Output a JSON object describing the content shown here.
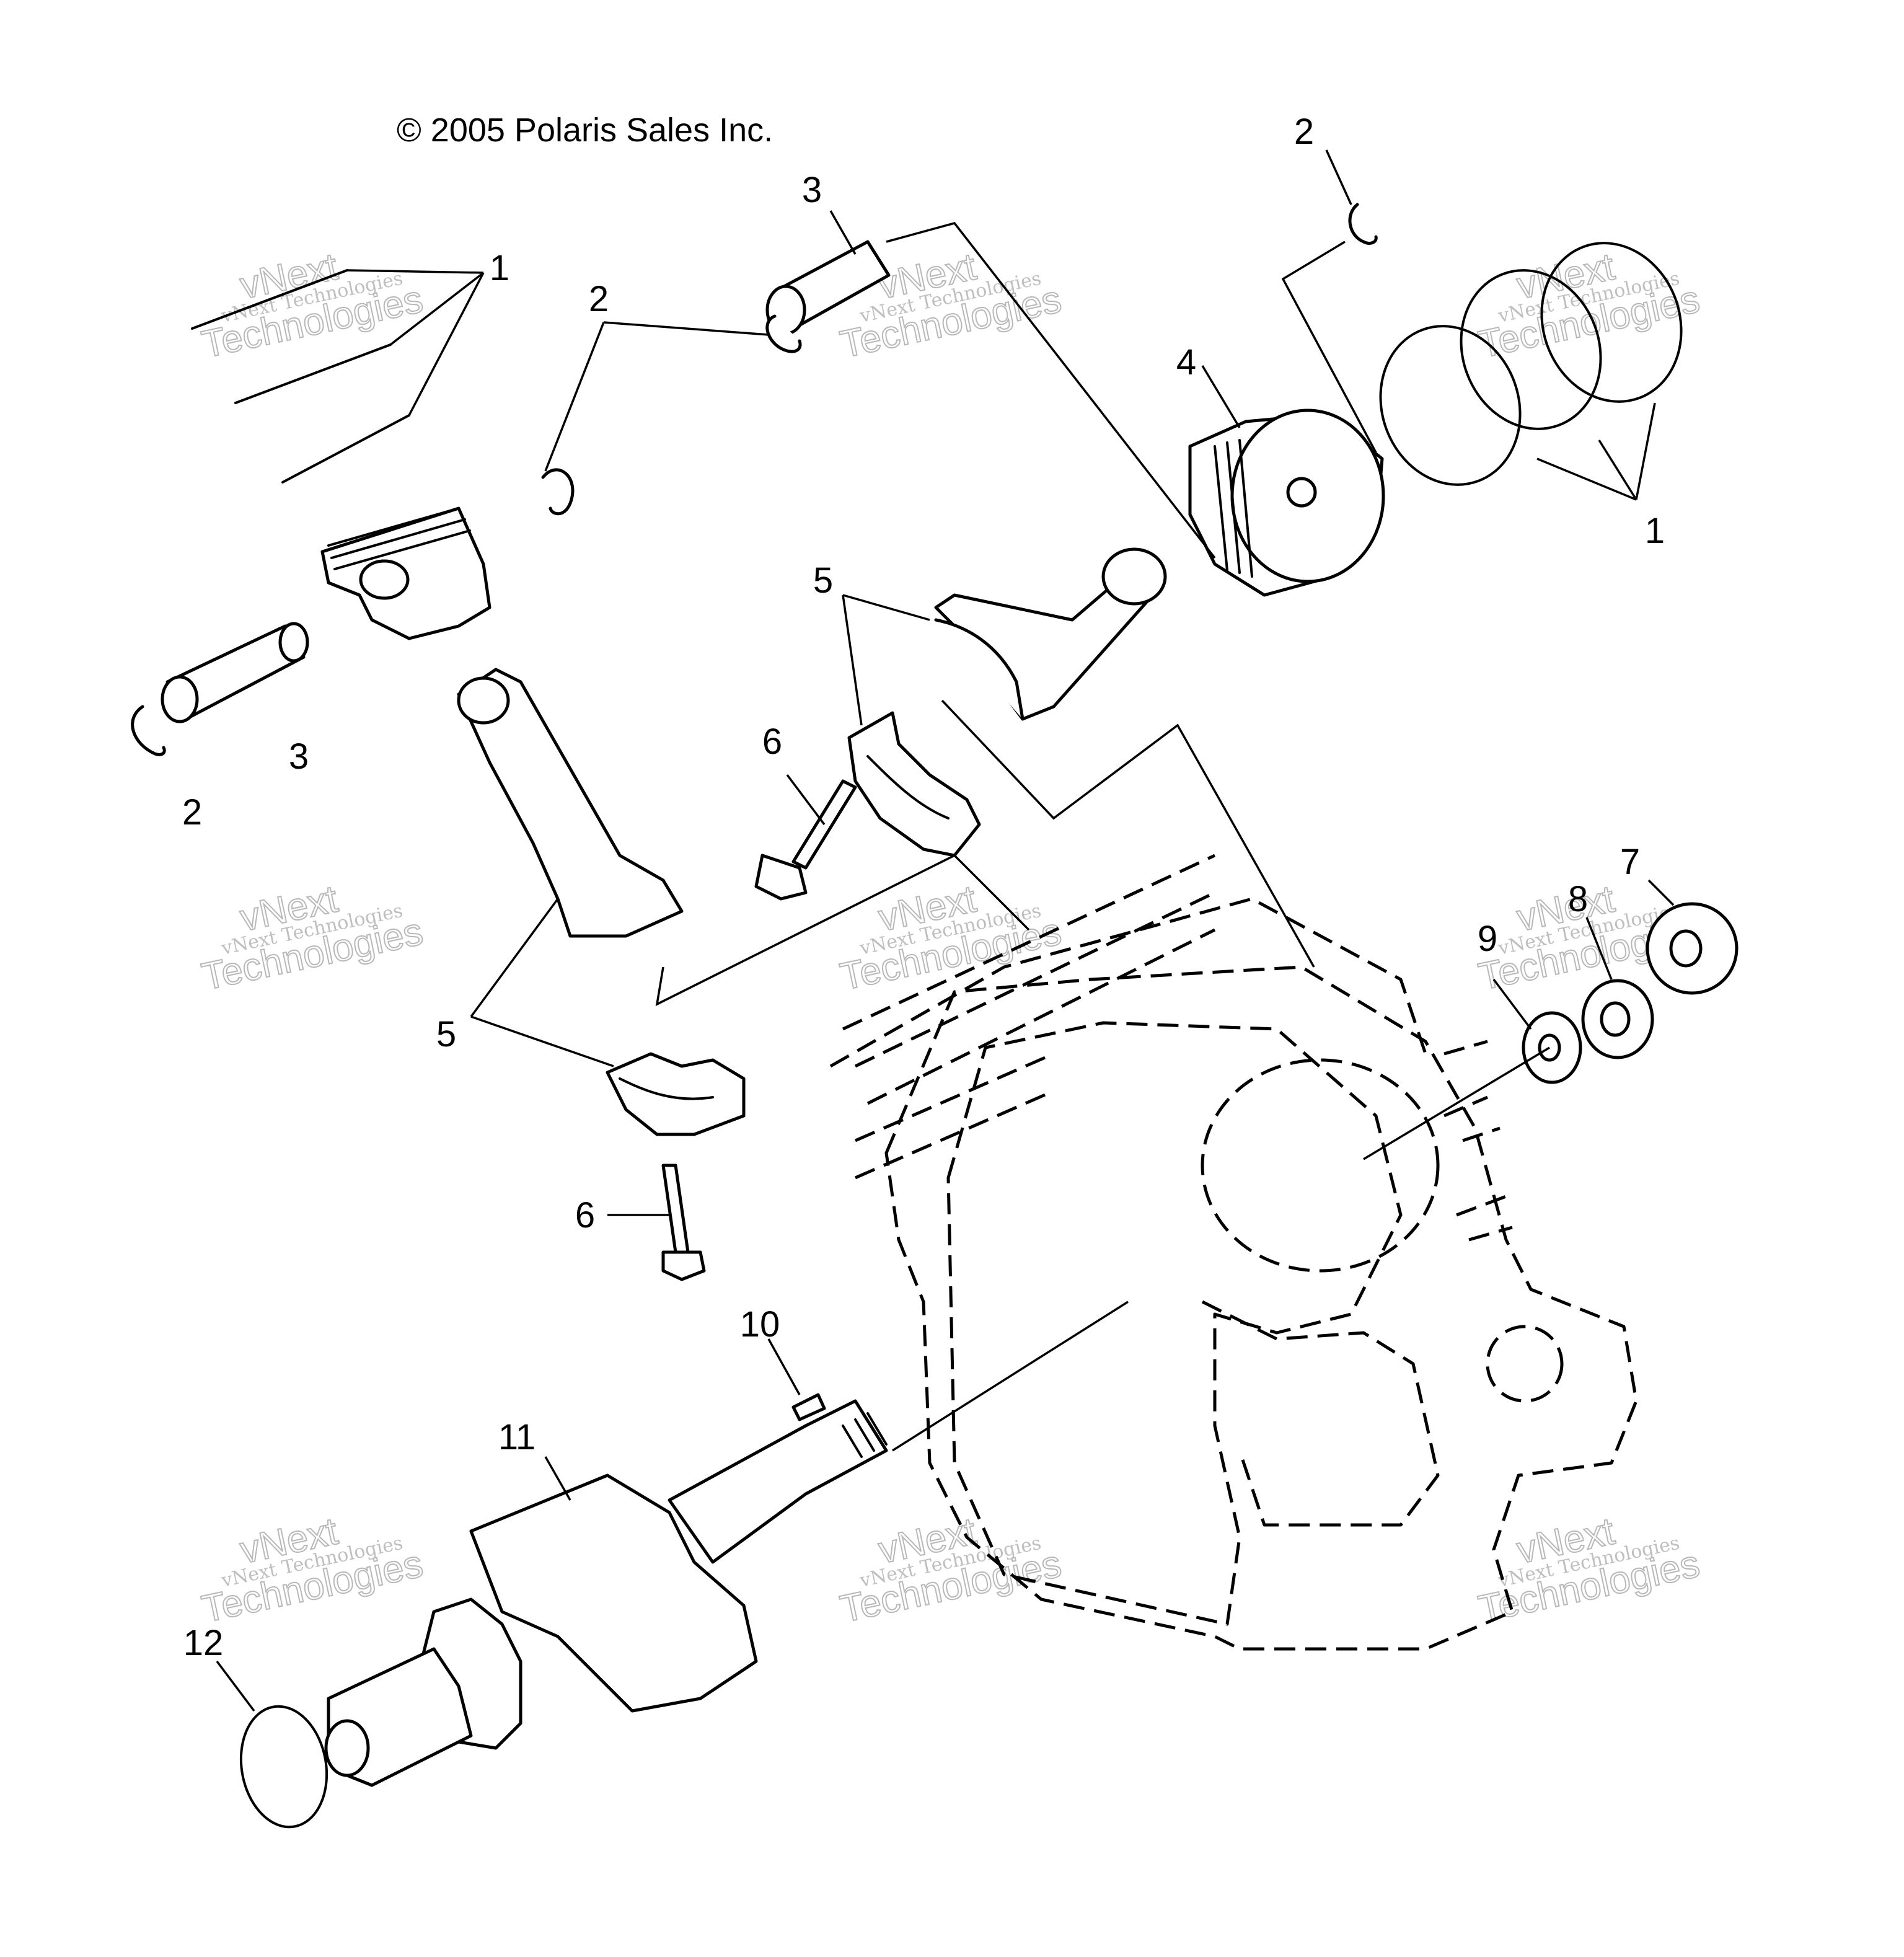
{
  "copyright": "© 2005 Polaris Sales Inc.",
  "watermark": {
    "line1": "vNext Technologies",
    "line2": "Technologies",
    "line3": "vNext"
  },
  "callouts": {
    "ring_top_left": "1",
    "ring_right": "1",
    "clip_left_upper": "2",
    "clip_left_lower": "2",
    "clip_top_right": "2",
    "pin_center_top": "3",
    "pin_left": "3",
    "piston_right": "4",
    "bearing_right": "5",
    "bearing_left": "5",
    "bolt_right": "6",
    "bolt_left": "6",
    "spacer": "7",
    "lock_washer": "8",
    "washer": "9",
    "key": "10",
    "crankshaft": "11",
    "oring": "12"
  }
}
